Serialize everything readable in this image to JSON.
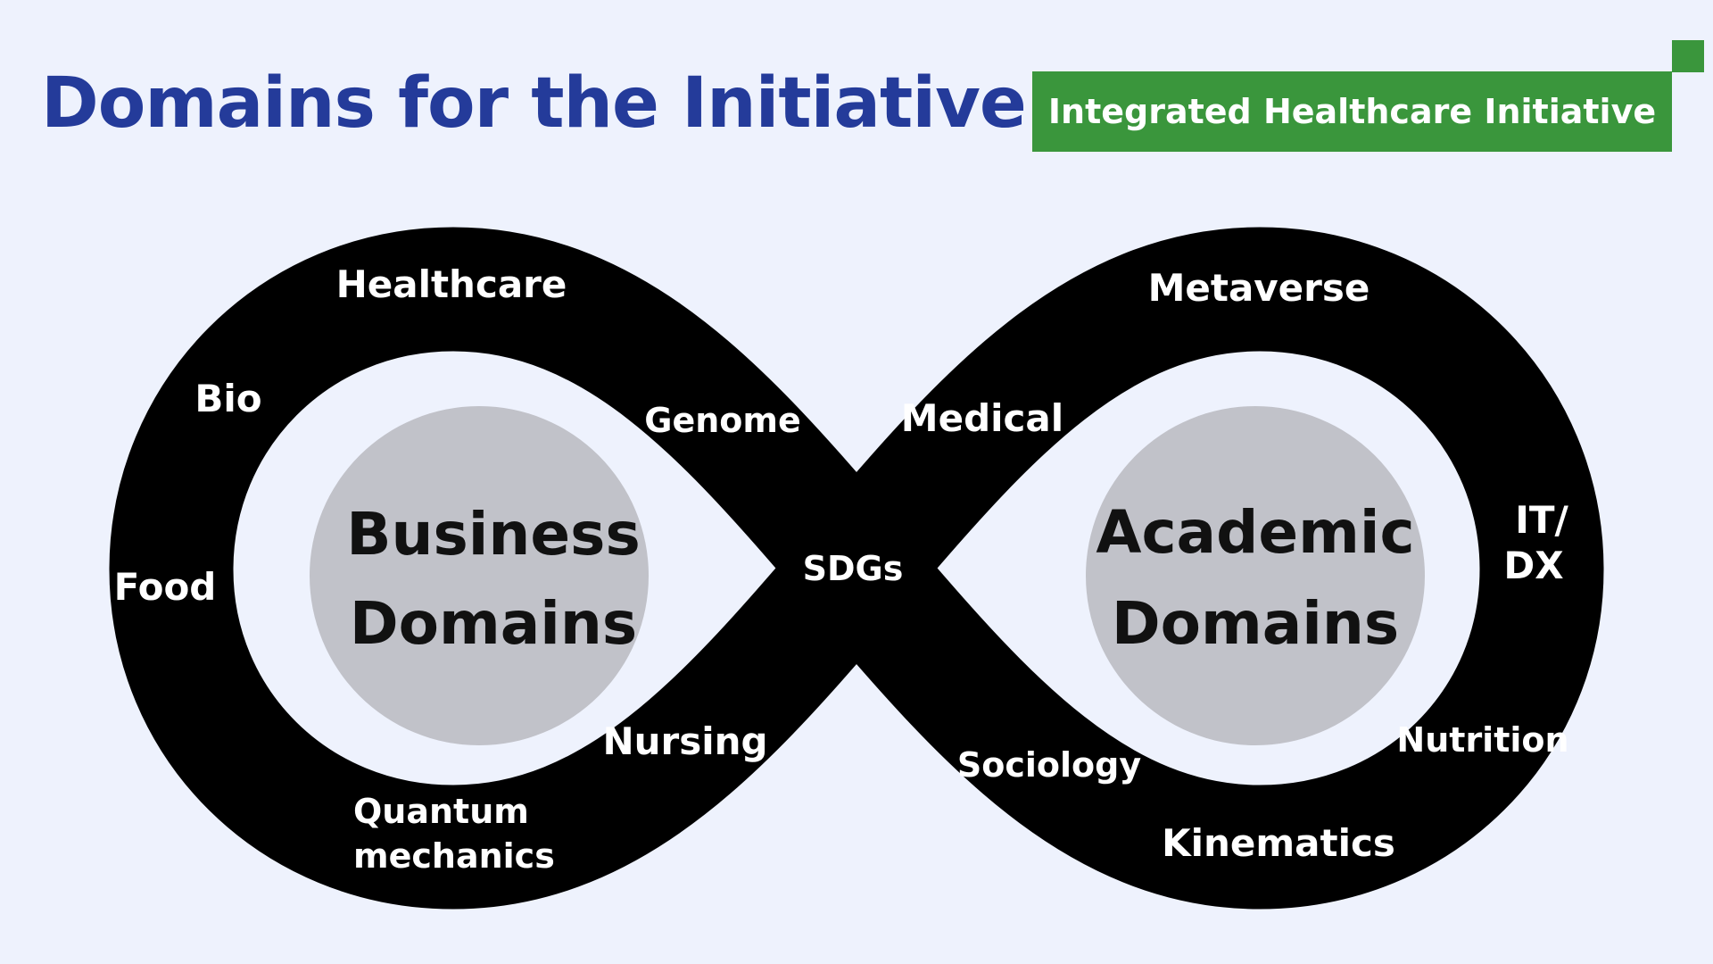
{
  "title": "Domains for the Initiative",
  "banner": "Integrated Healthcare Initiative",
  "colors": {
    "background": "#eef2fd",
    "title": "#243b9a",
    "banner": "#3a963c",
    "loop": "#000000",
    "hub": "#c1c2c9"
  },
  "hubs": {
    "business": {
      "line1": "Business",
      "line2": "Domains"
    },
    "academic": {
      "line1": "Academic",
      "line2": "Domains"
    }
  },
  "labels": {
    "healthcare": "Healthcare",
    "bio": "Bio",
    "genome": "Genome",
    "food": "Food",
    "nursing": "Nursing",
    "quantum_1": "Quantum",
    "quantum_2": "mechanics",
    "sdgs": "SDGs",
    "metaverse": "Metaverse",
    "medical": "Medical",
    "itdx_1": "IT/",
    "itdx_2": "DX",
    "nutrition": "Nutrition",
    "sociology": "Sociology",
    "kinematics": "Kinematics"
  }
}
